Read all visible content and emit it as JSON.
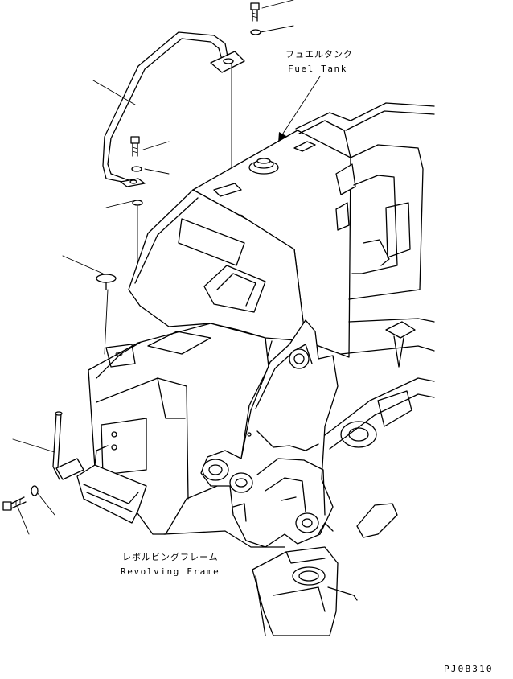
{
  "labels": {
    "fuel_tank_jp": "フュエルタンク",
    "fuel_tank_en": "Fuel Tank",
    "revolving_frame_jp": "レボルビングフレーム",
    "revolving_frame_en": "Revolving Frame"
  },
  "drawing_code": "PJ0B310",
  "colors": {
    "line": "#000000",
    "background": "#ffffff"
  }
}
